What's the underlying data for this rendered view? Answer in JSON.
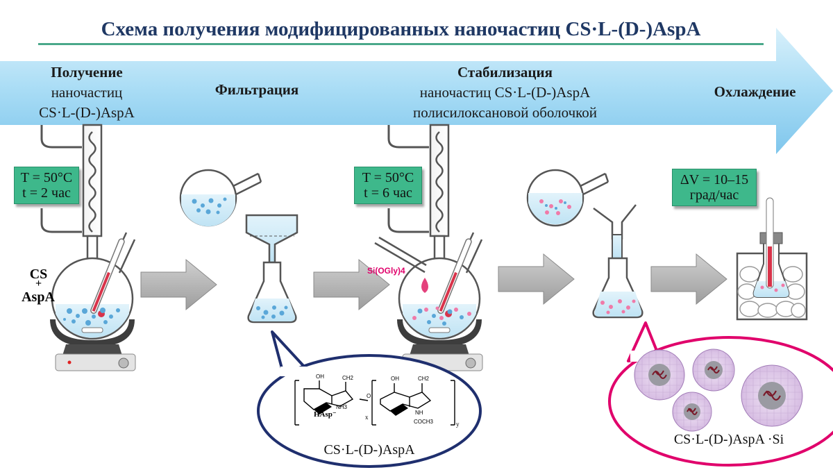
{
  "title": "Схема получения модифицированных наночастиц CS·L-(D-)AspA",
  "stages": {
    "s1": {
      "line1": "Получение",
      "line2": "наночастиц",
      "line3": "CS·L-(D-)AspA"
    },
    "s2": {
      "line1": "Фильтрация"
    },
    "s3": {
      "line1": "Стабилизация",
      "line2": "наночастиц CS·L-(D-)AspA",
      "line3": "полисилоксановой оболочкой"
    },
    "s4": {
      "line1": "Охлаждение"
    }
  },
  "conditions": {
    "c1": {
      "line1": "T = 50°C",
      "line2": "t = 2 час"
    },
    "c2": {
      "line1": "T = 50°C",
      "line2": "t = 6 час"
    },
    "c3": {
      "line1": "ΔV = 10–15",
      "line2": "град/час"
    }
  },
  "reagents": {
    "cs": "CS",
    "plus": "+",
    "aspa": "AspA",
    "silane": "Si(OGly)4"
  },
  "structure": {
    "counterion": "HAsp⁻",
    "x": "x",
    "y": "y",
    "nh3": "NH3",
    "nh": "NH",
    "coch3": "COCH3",
    "oh": "OH",
    "ch2": "CH2",
    "h": "H",
    "o": "O"
  },
  "captions": {
    "left_bubble": "CS·L-(D-)AspA",
    "right_bubble": "CS·L-(D-)AspA ·Si"
  },
  "colors": {
    "banner": "#a8dcf5",
    "title": "#1f3864",
    "condition_box": "#3eb88b",
    "left_bubble_border": "#1f2f6e",
    "right_bubble_border": "#e0006b",
    "particles_blue": "#5aa7d8",
    "particles_pink": "#f07aa8",
    "arrows": "#b4b4b4"
  }
}
